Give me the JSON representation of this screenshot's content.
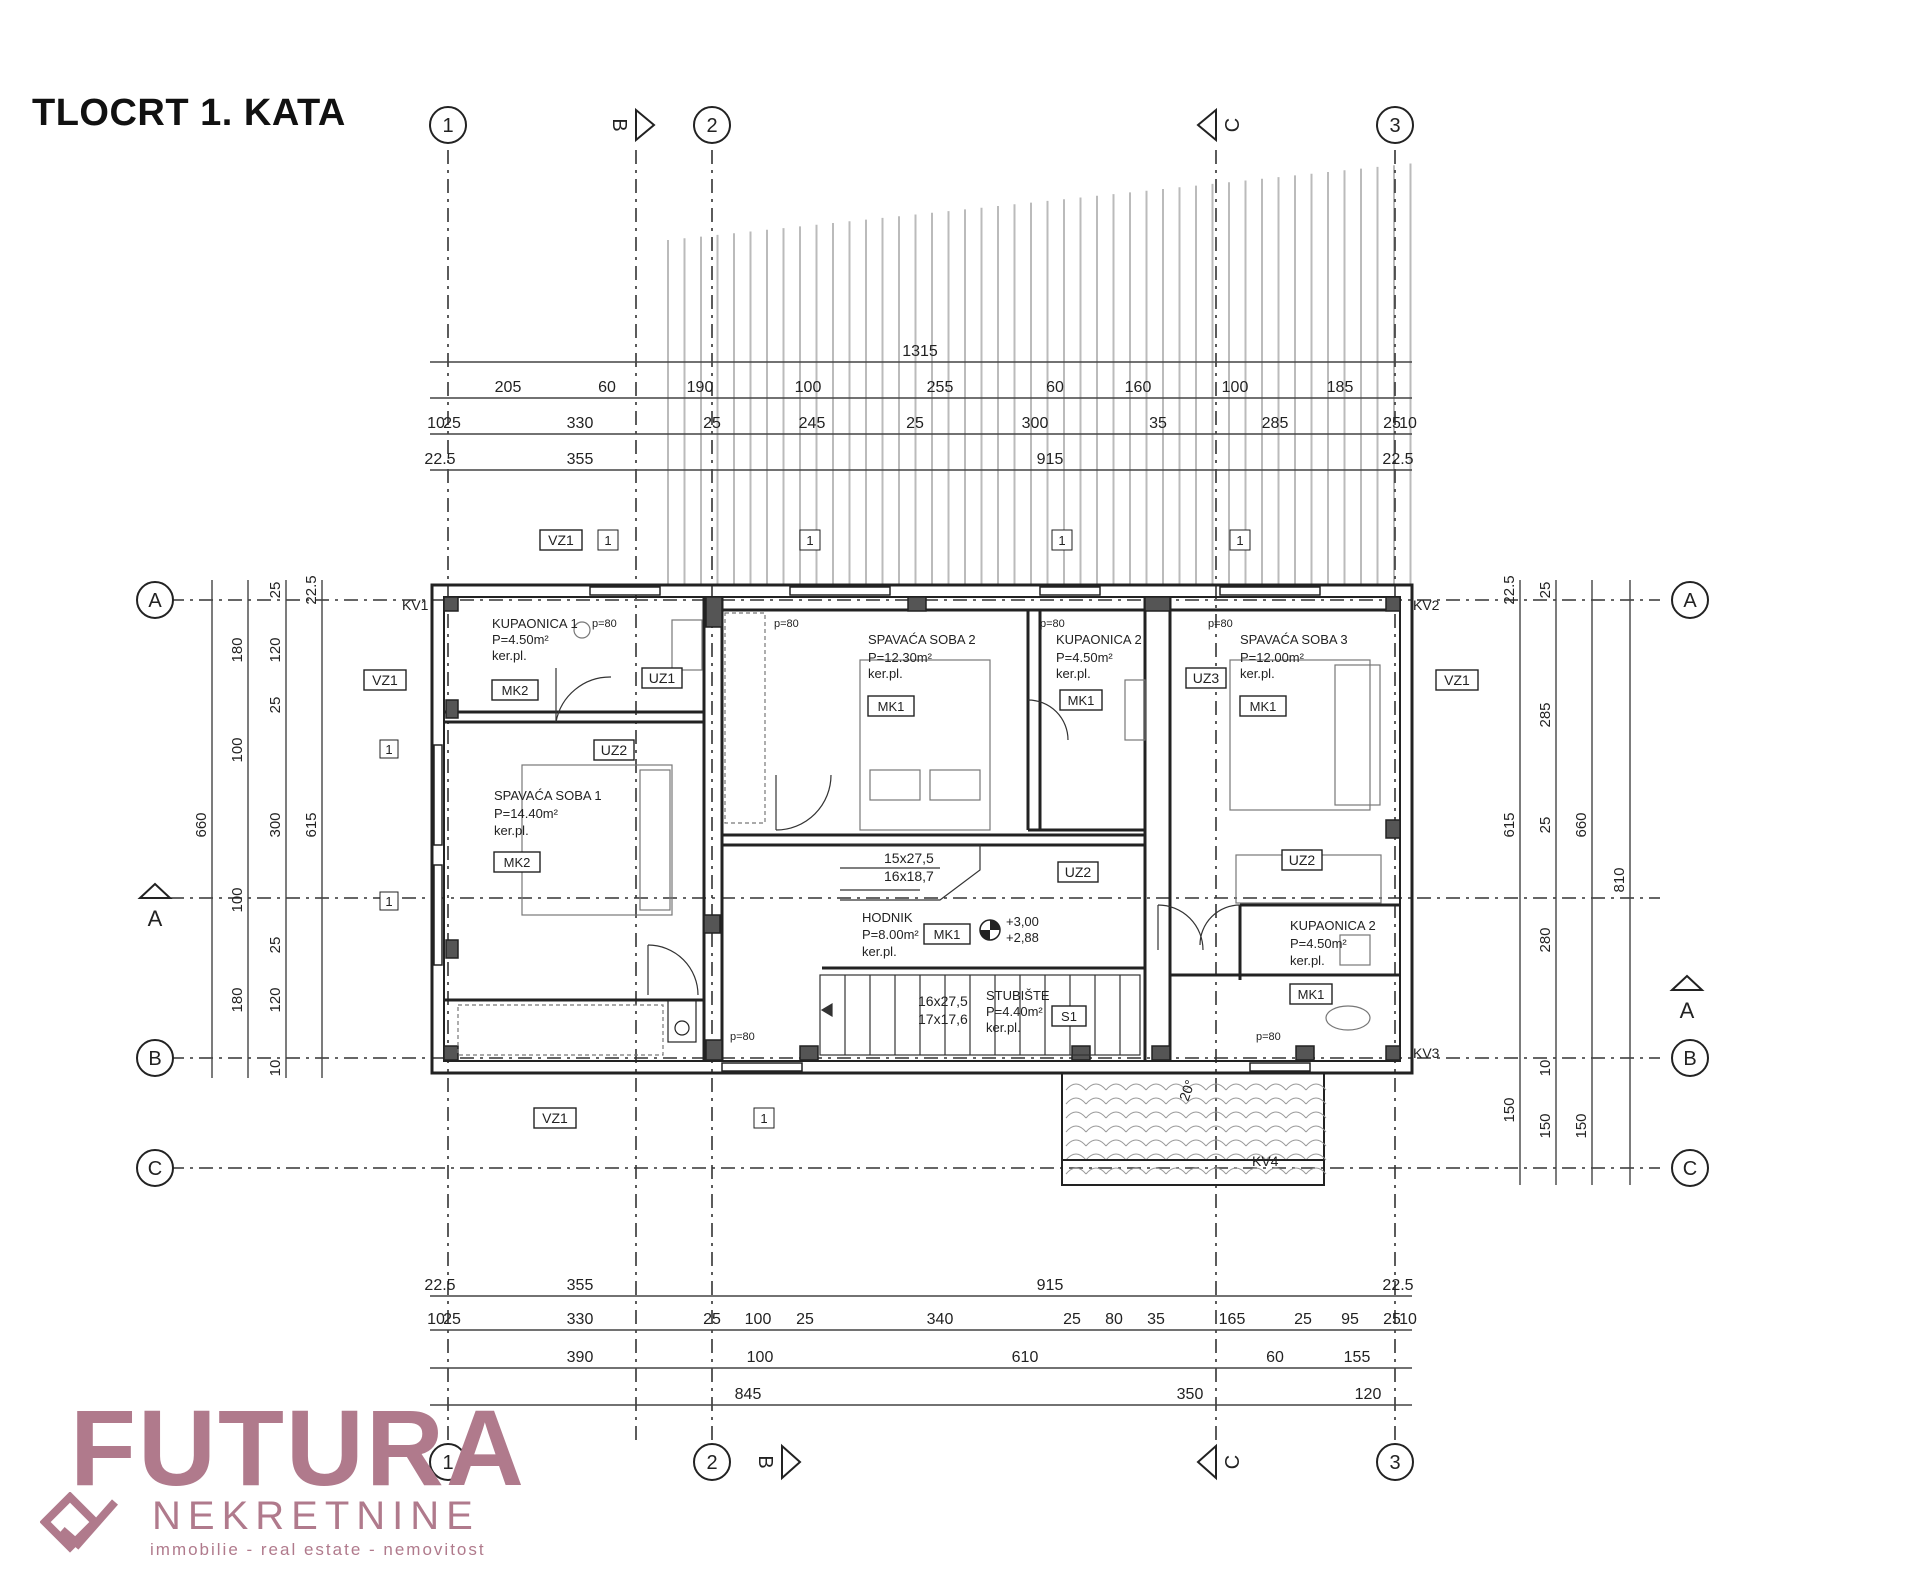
{
  "title": "TLOCRT 1. KATA",
  "logo": {
    "brand": "FUTURA",
    "subtitle": "NEKRETNINE",
    "tagline": "immobilie - real estate - nemovitost"
  },
  "grid_axes": {
    "columns": [
      "1",
      "2",
      "3"
    ],
    "rows": [
      "A",
      "B",
      "C"
    ],
    "sections": [
      "B",
      "C",
      "A"
    ]
  },
  "dimensions": {
    "top_overall": "1315",
    "top_row1": [
      "205",
      "60",
      "190",
      "100",
      "255",
      "60",
      "160",
      "100",
      "185"
    ],
    "top_row2": [
      "10",
      "25",
      "330",
      "25",
      "245",
      "25",
      "300",
      "35",
      "285",
      "25",
      "10"
    ],
    "top_row3": [
      "22.5",
      "355",
      "915",
      "22.5"
    ],
    "bottom_row1": [
      "22.5",
      "355",
      "915",
      "22.5"
    ],
    "bottom_row2": [
      "10",
      "25",
      "330",
      "25",
      "100",
      "25",
      "340",
      "25",
      "80",
      "35",
      "165",
      "25",
      "95",
      "25",
      "10"
    ],
    "bottom_row3": [
      "390",
      "100",
      "610",
      "60",
      "155"
    ],
    "bottom_row4": [
      "845",
      "350",
      "120"
    ],
    "left": [
      "180",
      "120",
      "25",
      "100",
      "300",
      "100",
      "25",
      "120",
      "180",
      "660",
      "615",
      "25",
      "10",
      "22.5"
    ],
    "right": [
      "285",
      "615",
      "25",
      "660",
      "280",
      "810",
      "150",
      "150",
      "150",
      "10",
      "25",
      "22.5"
    ]
  },
  "rooms": [
    {
      "name": "KUPAONICA 1",
      "area": "P=4.50m²",
      "floor": "ker.pl.",
      "tag": "MK2"
    },
    {
      "name": "SPAVAĆA SOBA 2",
      "area": "P=12.30m²",
      "floor": "ker.pl.",
      "tag": "MK1"
    },
    {
      "name": "KUPAONICA 2",
      "area": "P=4.50m²",
      "floor": "ker.pl.",
      "tag": "MK1"
    },
    {
      "name": "SPAVAĆA SOBA 3",
      "area": "P=12.00m²",
      "floor": "ker.pl.",
      "tag": "MK1"
    },
    {
      "name": "SPAVAĆA SOBA 1",
      "area": "P=14.40m²",
      "floor": "ker.pl.",
      "tag": "MK2"
    },
    {
      "name": "HODNIK",
      "area": "P=8.00m²",
      "floor": "ker.pl.",
      "tag": "MK1"
    },
    {
      "name": "STUBIŠTE",
      "area": "P=4.40m²",
      "floor": "ker.pl.",
      "tag": "S1"
    },
    {
      "name": "KUPAONICA 2",
      "area": "P=4.50m²",
      "floor": "ker.pl.",
      "tag": "MK1"
    }
  ],
  "labels": {
    "vz1": "VZ1",
    "uz1": "UZ1",
    "uz2": "UZ2",
    "uz3": "UZ3",
    "kv1": "KV1",
    "kv2": "KV2",
    "kv3": "KV3",
    "kv4": "KV4",
    "window_no": "1",
    "stair1": "15x27,5",
    "stair2": "16x18,7",
    "stair3": "16x27,5",
    "stair4": "17x17,6",
    "level1": "+3,00",
    "level2": "+2,88",
    "roof_slope": "20°",
    "parapet": "p=80"
  }
}
